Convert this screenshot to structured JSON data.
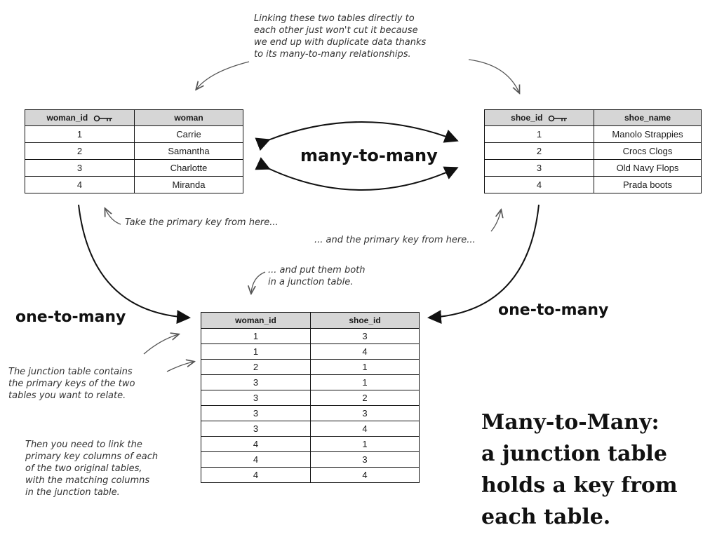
{
  "notes": {
    "top": "Linking these two tables directly to\neach other just won't cut it because\nwe end up with duplicate data thanks\nto its many-to-many relationships.",
    "take_pk_left": "Take the primary key from here...",
    "take_pk_right": "... and the primary key from here...",
    "put_junction": "... and put them both\nin a junction table.",
    "junction_contains": "The junction table contains\nthe primary keys of the two\ntables you want to relate.",
    "link_columns": "Then you need to link the\nprimary key columns of each\nof the two original tables,\nwith the matching columns\nin the junction table."
  },
  "labels": {
    "many_to_many": "many-to-many",
    "one_to_many_left": "one-to-many",
    "one_to_many_right": "one-to-many"
  },
  "headline": {
    "line1": "Many-to-Many:",
    "line2": "a junction table",
    "line3": "holds a key from",
    "line4": "each table."
  },
  "woman_table": {
    "headers": [
      "woman_id",
      "woman"
    ],
    "rows": [
      [
        "1",
        "Carrie"
      ],
      [
        "2",
        "Samantha"
      ],
      [
        "3",
        "Charlotte"
      ],
      [
        "4",
        "Miranda"
      ]
    ]
  },
  "shoe_table": {
    "headers": [
      "shoe_id",
      "shoe_name"
    ],
    "rows": [
      [
        "1",
        "Manolo Strappies"
      ],
      [
        "2",
        "Crocs Clogs"
      ],
      [
        "3",
        "Old Navy Flops"
      ],
      [
        "4",
        "Prada boots"
      ]
    ]
  },
  "junction_table": {
    "headers": [
      "woman_id",
      "shoe_id"
    ],
    "rows": [
      [
        "1",
        "3"
      ],
      [
        "1",
        "4"
      ],
      [
        "2",
        "1"
      ],
      [
        "3",
        "1"
      ],
      [
        "3",
        "2"
      ],
      [
        "3",
        "3"
      ],
      [
        "3",
        "4"
      ],
      [
        "4",
        "1"
      ],
      [
        "4",
        "3"
      ],
      [
        "4",
        "4"
      ]
    ]
  },
  "icons": {
    "primary_key": "key-icon"
  },
  "colors": {
    "header_bg": "#d6d6d6",
    "ink": "#111111",
    "annotation_ink": "#555555"
  }
}
